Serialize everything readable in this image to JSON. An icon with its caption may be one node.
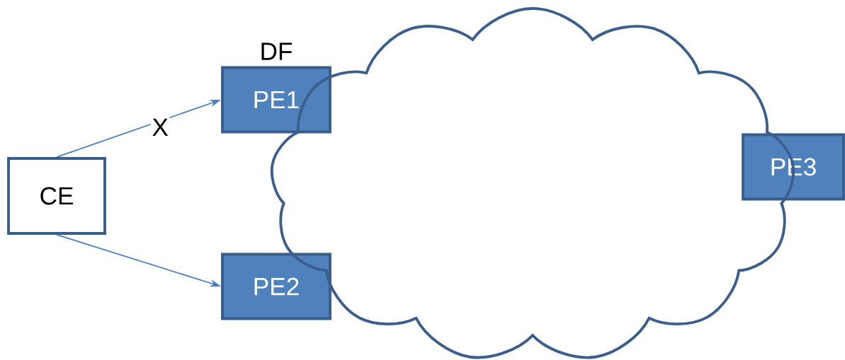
{
  "diagram": {
    "nodes": [
      {
        "text": [
          "CE"
        ]
      },
      {
        "text": [
          "PE1"
        ],
        "beside": [
          "DF"
        ]
      },
      {
        "text": [
          "PE2"
        ]
      },
      {
        "text": [
          "PE3"
        ]
      },
      {
        "text": [],
        "shape": "cloud"
      }
    ],
    "edges": [
      {
        "from": 0,
        "to": 1,
        "arrow": "to",
        "label": "X"
      },
      {
        "from": 0,
        "to": 2,
        "arrow": "to"
      }
    ]
  }
}
